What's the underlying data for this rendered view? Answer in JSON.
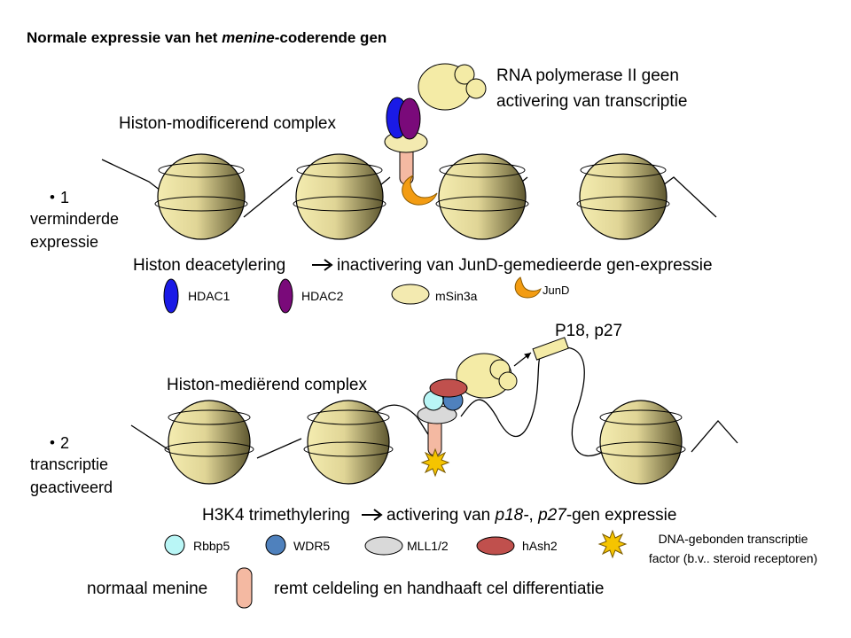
{
  "title": {
    "prefix": "Normale expressie van het ",
    "italic": "menine",
    "suffix": "-coderende gen"
  },
  "panel1": {
    "rna_pol_line1": "RNA polymerase II  geen",
    "rna_pol_line2": "activering van transcriptie",
    "complex_label": "Histon-modificerend complex",
    "bullet": "•",
    "number": "1",
    "side_line1": "verminderde",
    "side_line2": "expressie",
    "caption_left": "Histon deacetylering",
    "caption_right": "inactivering  van  JunD-gemedieerde gen-expressie",
    "legend": [
      {
        "label": "HDAC1",
        "color": "#1a1ae6"
      },
      {
        "label": "HDAC2",
        "color": "#7a0a7a"
      },
      {
        "label": "mSin3a",
        "color": "#f3eab0"
      },
      {
        "label": "JunD",
        "color": "#f39c12"
      }
    ]
  },
  "panel2": {
    "gene_label": "P18, p27",
    "complex_label": "Histon-mediërend complex",
    "bullet": "•",
    "number": "2",
    "side_line1": "transcriptie",
    "side_line2": "geactiveerd",
    "caption_a": "H3K4 trimethylering",
    "caption_b": "activering van ",
    "caption_c": "p18-",
    "caption_d": ", ",
    "caption_e": "p27",
    "caption_f": "-gen  expressie",
    "legend": [
      {
        "label": "Rbbp5",
        "color": "#b9f6f6"
      },
      {
        "label": "WDR5",
        "color": "#4f81bd"
      },
      {
        "label": "MLL1/2",
        "color": "#d9d9d9"
      },
      {
        "label": "hAsh2",
        "color": "#c0504d"
      }
    ],
    "tf_line1": "DNA-gebonden transcriptie",
    "tf_line2": "factor (b.v.. steroid receptoren)"
  },
  "footer": {
    "left": "normaal menine",
    "right": "remt celdeling en handhaaft cel differentiatie",
    "menin_color": "#f4b9a2"
  },
  "colors": {
    "nucleosome_light": "#f4ecb0",
    "nucleosome_dark": "#6b6335",
    "rna_pol": "#f4eba6",
    "tf_star": "#f5c400"
  }
}
